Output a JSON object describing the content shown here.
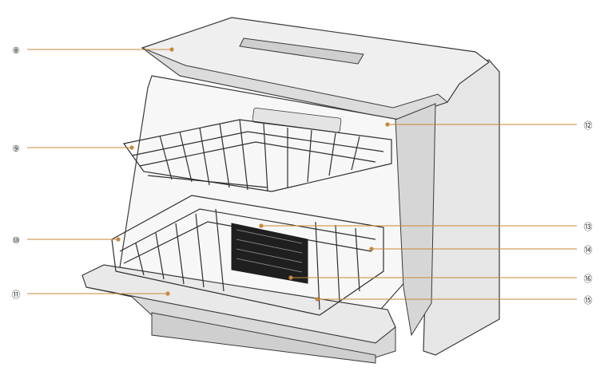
{
  "diagram": {
    "subject": "tabletop dishwasher, door open, racks exposed",
    "colors": {
      "leader": "#c8873a",
      "outline": "#3a3a3a",
      "body_fill": "#ececec",
      "body_shade": "#d2d2d2",
      "cavity": "#f7f7f7",
      "rack": "#2e2e2e"
    },
    "callouts": [
      {
        "id": "8",
        "label": "⑧"
      },
      {
        "id": "9",
        "label": "⑨"
      },
      {
        "id": "10",
        "label": "⑩"
      },
      {
        "id": "11",
        "label": "⑪"
      },
      {
        "id": "12",
        "label": "⑫"
      },
      {
        "id": "13",
        "label": "⑬"
      },
      {
        "id": "14",
        "label": "⑭"
      },
      {
        "id": "16",
        "label": "⑯"
      },
      {
        "id": "15",
        "label": "⑮"
      }
    ]
  }
}
